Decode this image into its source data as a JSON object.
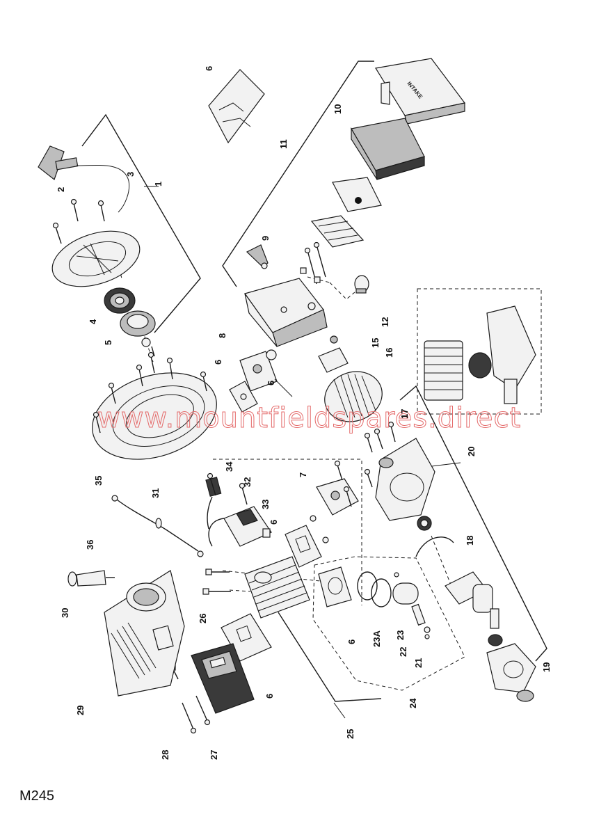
{
  "diagram": {
    "page_code": "M245",
    "watermark": "www.mountfieldspares.direct",
    "intake_text": "INTAKE",
    "callouts": [
      "1",
      "2",
      "3",
      "4",
      "5",
      "6",
      "7",
      "8",
      "9",
      "10",
      "11",
      "12",
      "15",
      "16",
      "17",
      "18",
      "19",
      "20",
      "21",
      "22",
      "23",
      "23A",
      "24",
      "25",
      "26",
      "27",
      "28",
      "29",
      "30",
      "31",
      "32",
      "33",
      "34",
      "35",
      "36"
    ]
  }
}
